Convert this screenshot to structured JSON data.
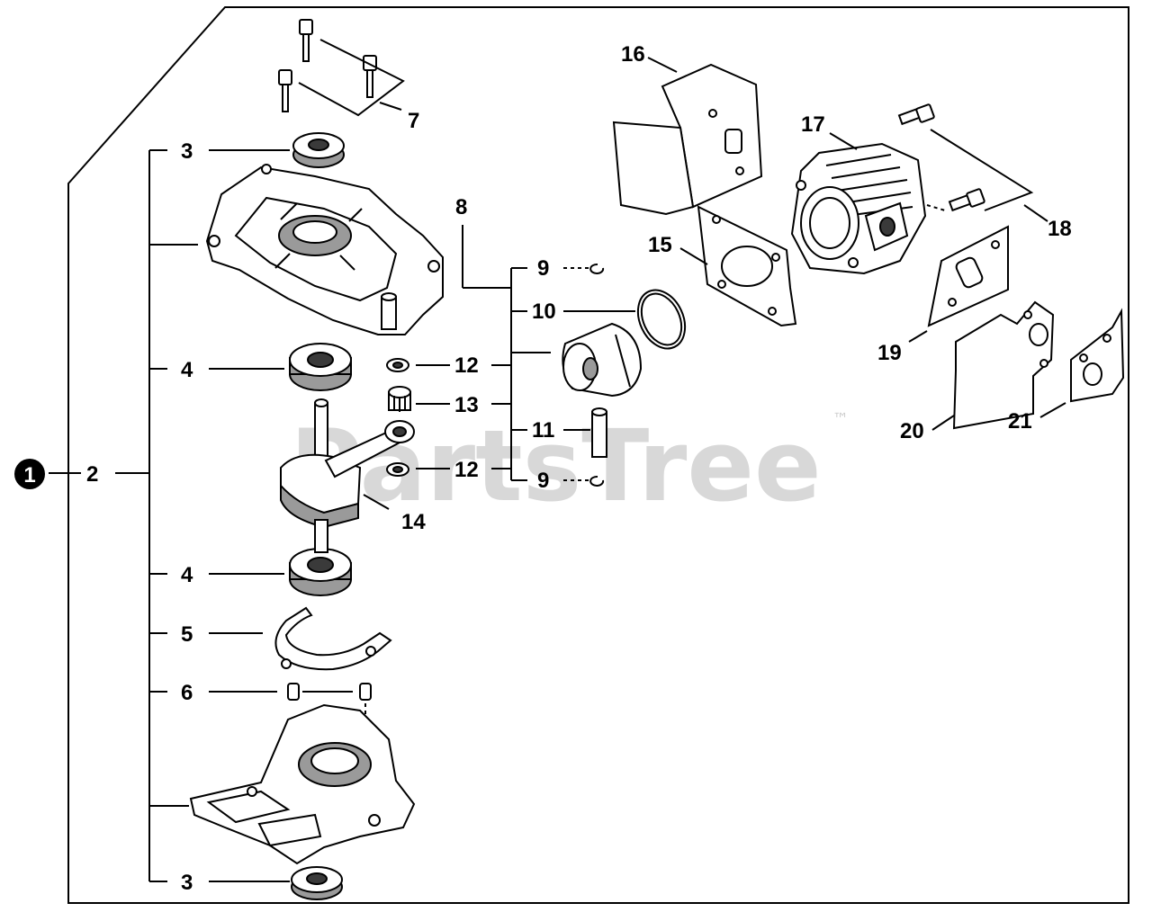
{
  "watermark": {
    "text": "PartsTree",
    "tm": "™"
  },
  "callouts": {
    "assembly": "1",
    "n2": "2",
    "n3a": "3",
    "n3b": "3",
    "n4a": "4",
    "n4b": "4",
    "n5": "5",
    "n6": "6",
    "n7": "7",
    "n8": "8",
    "n9a": "9",
    "n9b": "9",
    "n10": "10",
    "n11": "11",
    "n12a": "12",
    "n12b": "12",
    "n13": "13",
    "n14": "14",
    "n15": "15",
    "n16": "16",
    "n17": "17",
    "n18": "18",
    "n19": "19",
    "n20": "20",
    "n21": "21"
  }
}
